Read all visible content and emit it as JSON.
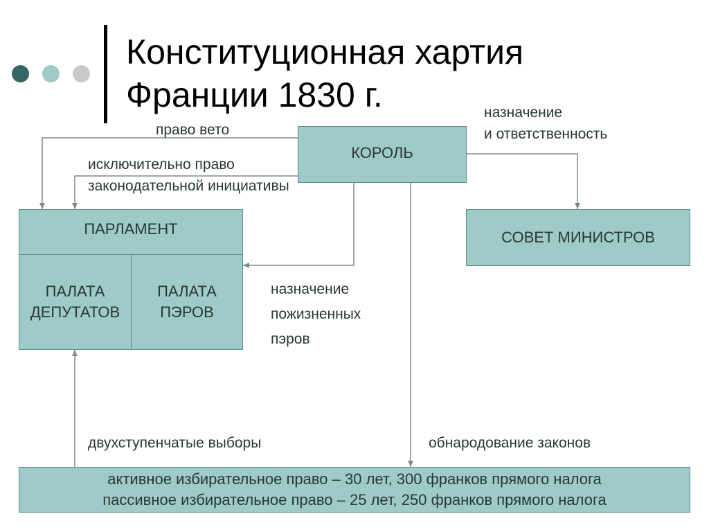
{
  "title": {
    "line1": "Конституционная хартия",
    "line2": "Франции 1830 г."
  },
  "colors": {
    "box_fill": "#9ecbc8",
    "box_border": "#5e8c89",
    "line": "#7f8c8c",
    "dot_dark": "#376564",
    "dot_mid": "#9ecbc8",
    "dot_light": "#c9c9c9"
  },
  "nodes": {
    "king": "КОРОЛЬ",
    "parliament": "ПАРЛАМЕНТ",
    "deputies": [
      "ПАЛАТА",
      "ДЕПУТАТОВ"
    ],
    "peers": [
      "ПАЛАТА",
      "ПЭРОВ"
    ],
    "ministers": "СОВЕТ МИНИСТРОВ",
    "electorate": [
      "активное избирательное право – 30 лет, 300 франков прямого налога",
      "пассивное избирательное право – 25 лет, 250 франков прямого налога"
    ]
  },
  "labels": {
    "veto": "право вето",
    "initiative": [
      "исключительно право",
      "законодательной инициативы"
    ],
    "appoint_ministers": [
      "назначение",
      "и ответственность"
    ],
    "appoint_peers": [
      "назначение",
      "пожизненных",
      "пэров"
    ],
    "elections": "двухступенчатые выборы",
    "promulgation": "обнародование законов"
  }
}
